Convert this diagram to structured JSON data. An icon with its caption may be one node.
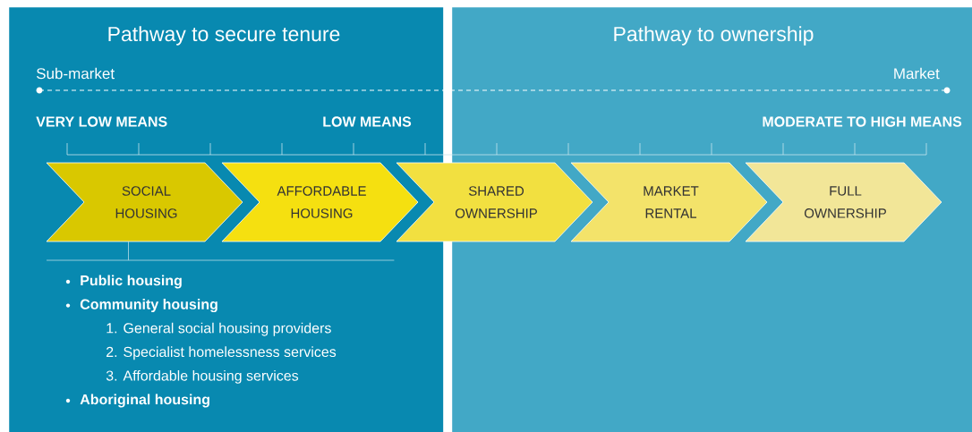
{
  "diagram": {
    "nodes": [
      {
        "text": [
          "Pathway to secure tenure"
        ]
      },
      {
        "text": [
          "Pathway to ownership"
        ]
      },
      {
        "text": [
          "SOCIAL HOUSING"
        ],
        "in": 0
      },
      {
        "text": [
          "AFFORDABLE HOUSING"
        ],
        "in": 0
      },
      {
        "text": [
          "SHARED OWNERSHIP"
        ]
      },
      {
        "text": [
          "MARKET RENTAL"
        ],
        "in": 1
      },
      {
        "text": [
          "FULL OWNERSHIP"
        ],
        "in": 1
      },
      {
        "text": [
          "Public housing",
          "Community housing",
          "1. General social housing providers",
          "2. Specialist homelessness services",
          "3. Affordable housing services",
          "Aboriginal housing"
        ],
        "in": 0
      }
    ],
    "edges": [
      {
        "from": 2,
        "to": 7,
        "arrow": "none"
      }
    ],
    "labels": [
      "Sub-market",
      "Market",
      "VERY LOW MEANS",
      "LOW MEANS",
      "MODERATE TO HIGH MEANS"
    ]
  }
}
